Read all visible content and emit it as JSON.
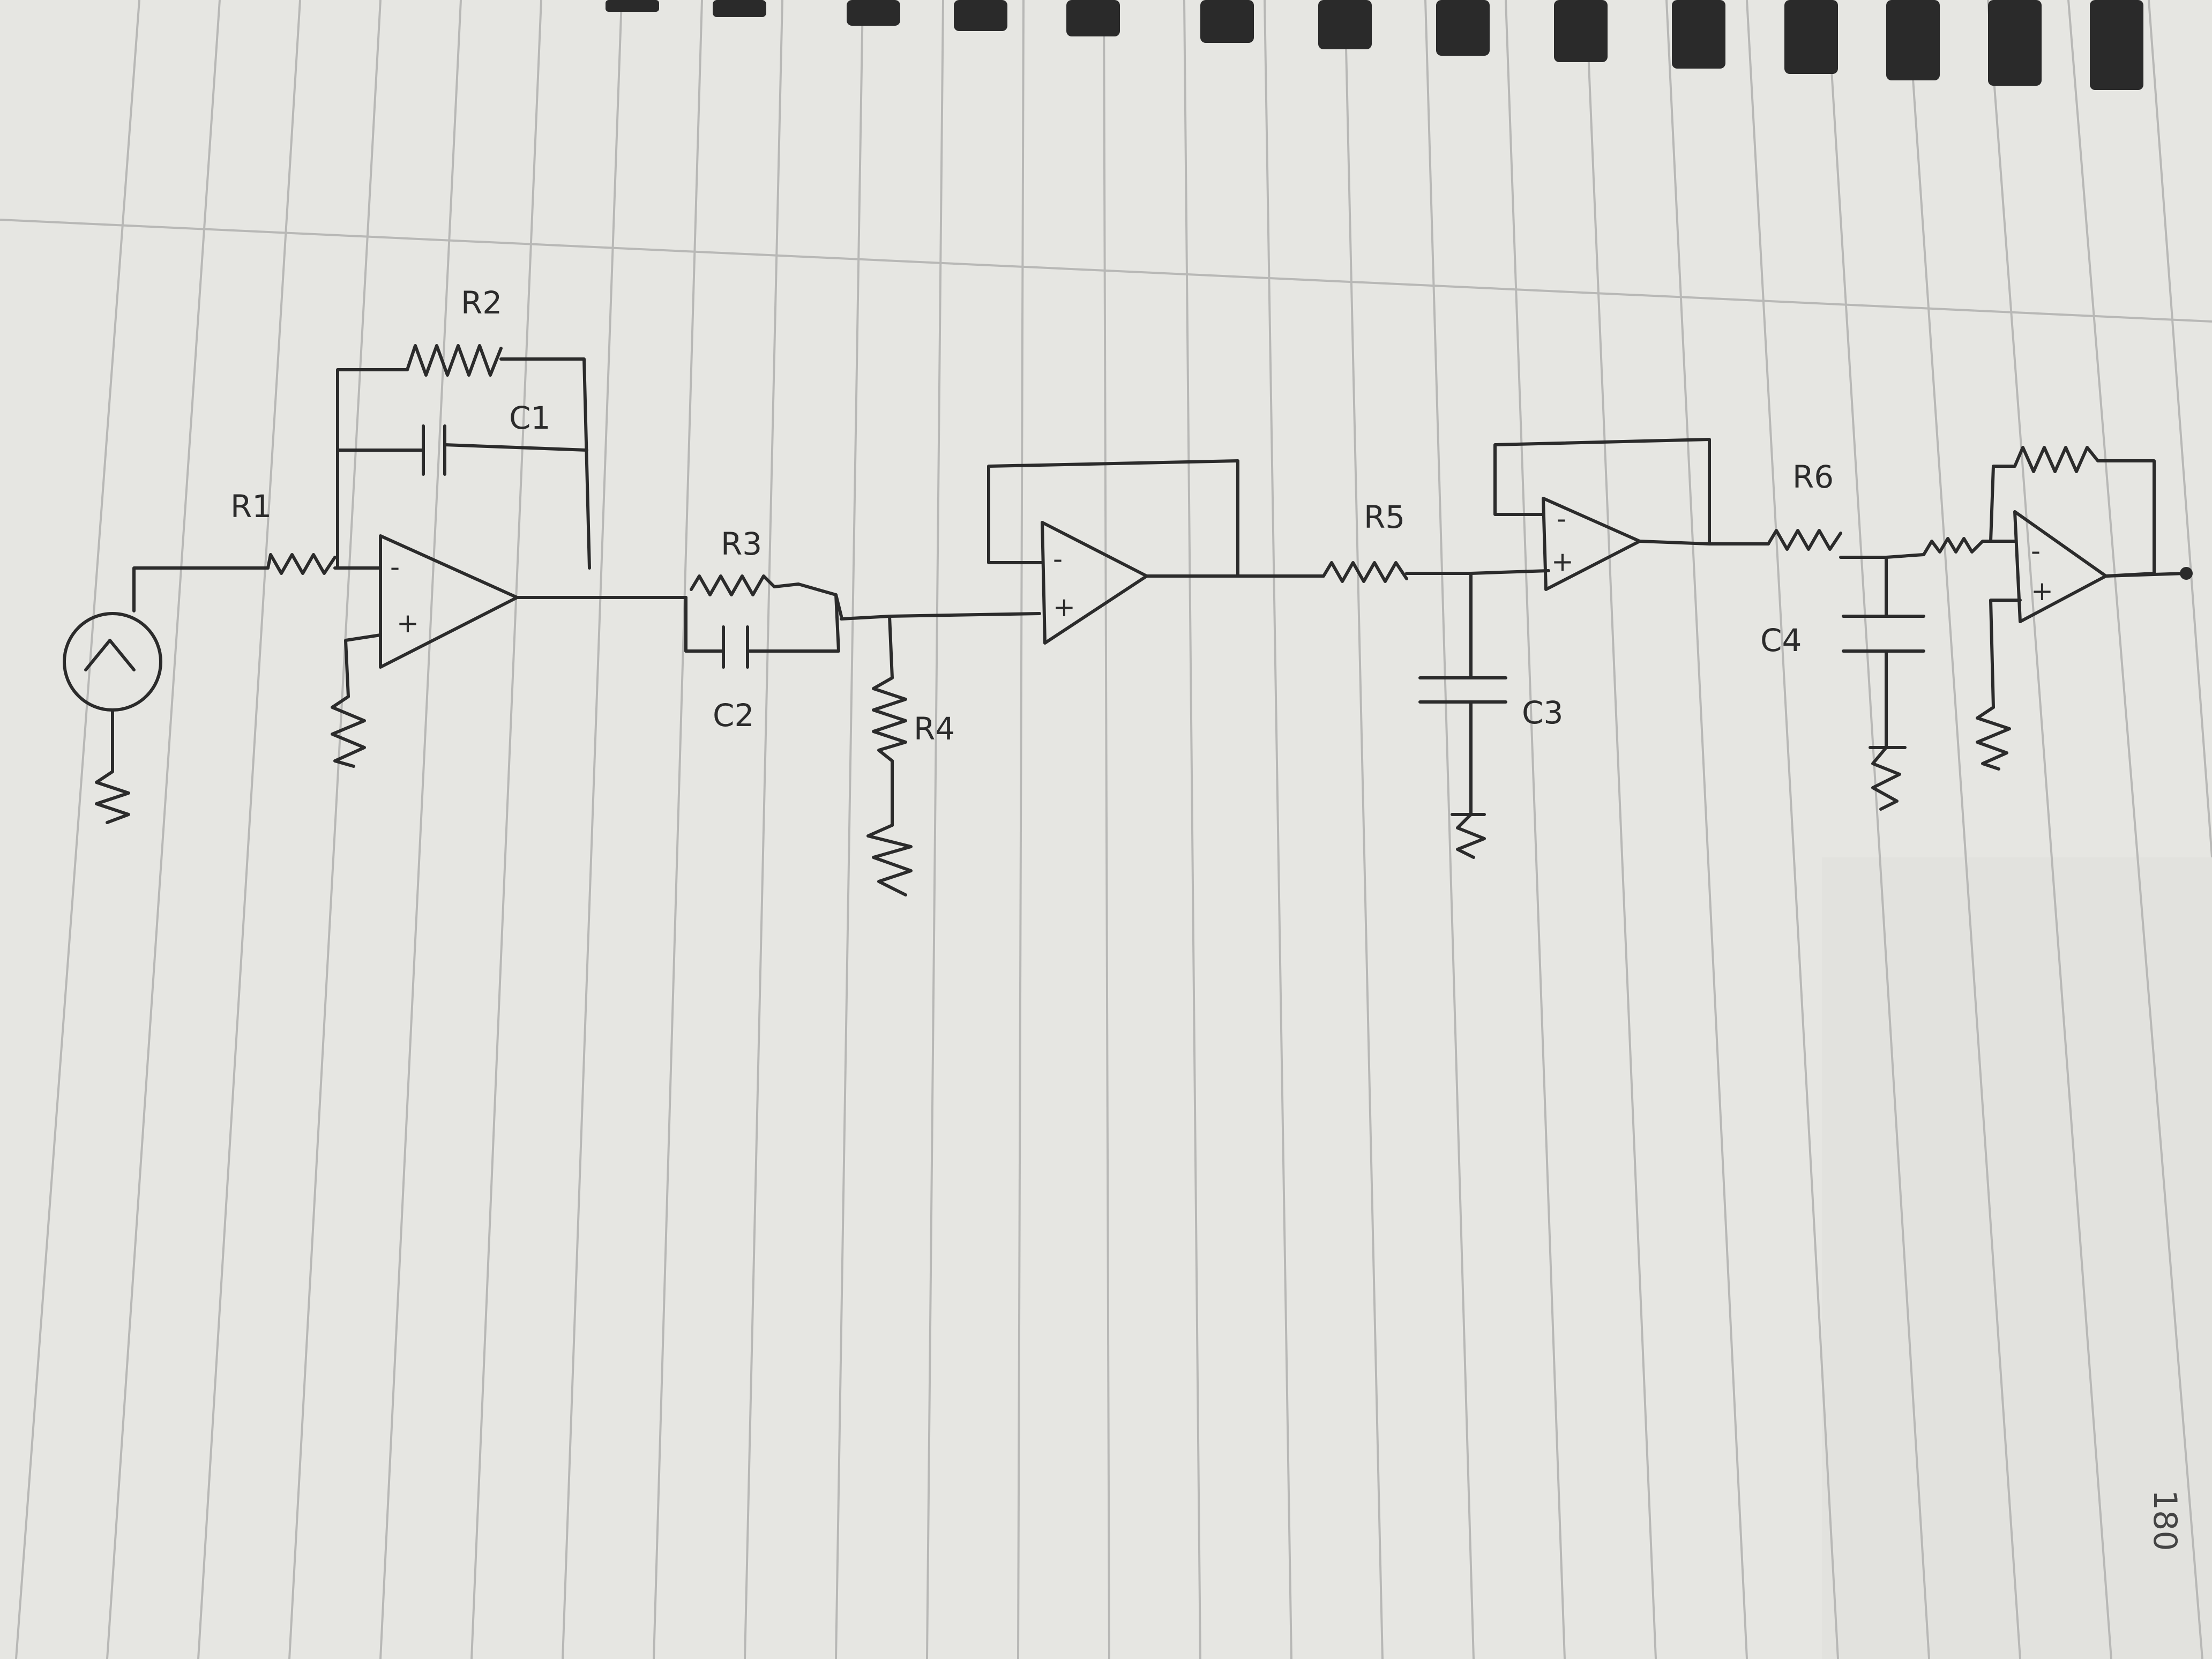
{
  "labels": {
    "R1": "R1",
    "R2": "R2",
    "C1": "C1",
    "R3": "R3",
    "C2": "C2",
    "R4": "R4",
    "R5": "R5",
    "C3": "C3",
    "R6": "R6",
    "C4": "C4"
  },
  "opamp_signs": {
    "minus": "-",
    "plus": "+"
  },
  "page_number": "180",
  "colors": {
    "paper": "#e6e6e2",
    "rule": "#b8b8b6",
    "ink": "#2b2b2b",
    "spiral": "#2a2a2a"
  }
}
